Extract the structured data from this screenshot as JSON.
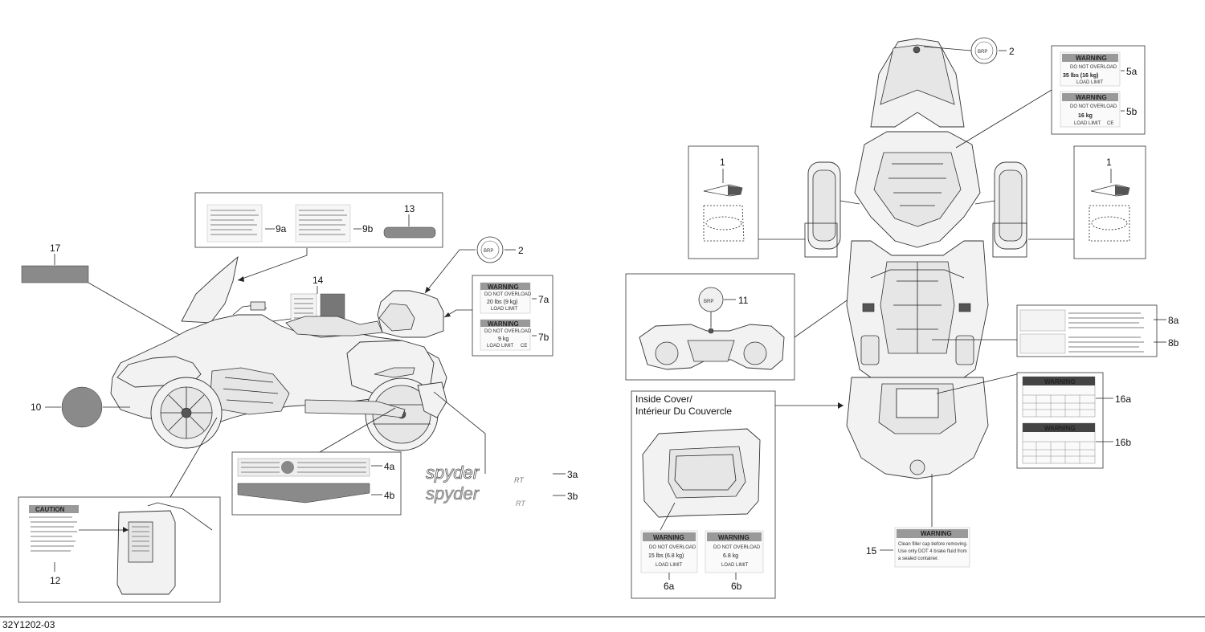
{
  "drawing_code": "32Y1202-03",
  "callouts": {
    "c1a": "1",
    "c1b": "1",
    "c2a": "2",
    "c2b": "2",
    "c3a": "3a",
    "c3b": "3b",
    "c4a": "4a",
    "c4b": "4b",
    "c5a": "5a",
    "c5b": "5b",
    "c6a": "6a",
    "c6b": "6b",
    "c7a": "7a",
    "c7b": "7b",
    "c8a": "8a",
    "c8b": "8b",
    "c9a": "9a",
    "c9b": "9b",
    "c10": "10",
    "c11": "11",
    "c12": "12",
    "c13": "13",
    "c14": "14",
    "c15": "15",
    "c16a": "16a",
    "c16b": "16b",
    "c17": "17"
  },
  "inside_cover": {
    "line1": "Inside Cover/",
    "line2": "Intérieur Du Couvercle"
  },
  "labels": {
    "warning": "WARNING",
    "caution": "CAUTION",
    "do_not_overload": "DO NOT OVERLOAD",
    "load_limit": "LOAD LIMIT",
    "l5a_value": "35 lbs (16 kg)",
    "l5b_value": "16 kg",
    "l7a_value": "20 lbs (9 kg)",
    "l7b_value": "9 kg",
    "l6a_value": "15 lbs (6.8 kg)",
    "l6b_value": "6.8 kg",
    "l15_line1": "Clean filler cap before removing.",
    "l15_line2": "Use only DOT 4 brake fluid from",
    "l15_line3": "a sealed container.",
    "ce": "CE"
  },
  "decal_text": {
    "spyder": "spyder",
    "rt": "RT"
  }
}
